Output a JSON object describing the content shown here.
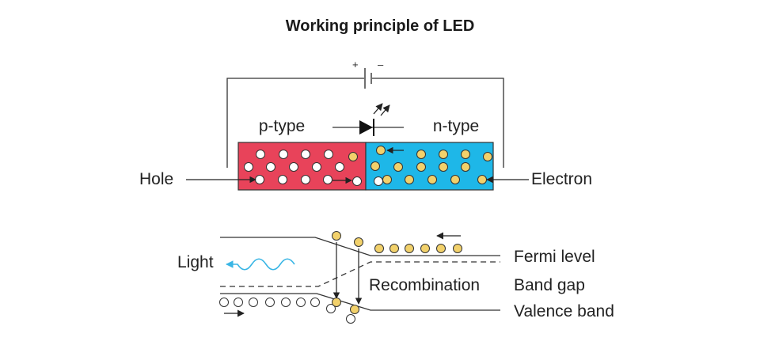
{
  "title": "Working principle of LED",
  "battery": {
    "plus": "+",
    "minus": "–"
  },
  "labels": {
    "p_type": "p-type",
    "n_type": "n-type",
    "hole": "Hole",
    "electron": "Electron",
    "light": "Light",
    "recombination": "Recombination",
    "fermi_level": "Fermi level",
    "band_gap": "Band gap",
    "valence_band": "Valence band"
  },
  "colors": {
    "p_region": "#e8435a",
    "n_region": "#1eb7e8",
    "electron": "#f2d16b",
    "hole": "#ffffff",
    "light_wave": "#3ab6e5",
    "line": "#333333"
  },
  "icons": [
    "battery-icon",
    "diode-icon",
    "light-emission-arrows-icon",
    "light-wave-icon"
  ]
}
